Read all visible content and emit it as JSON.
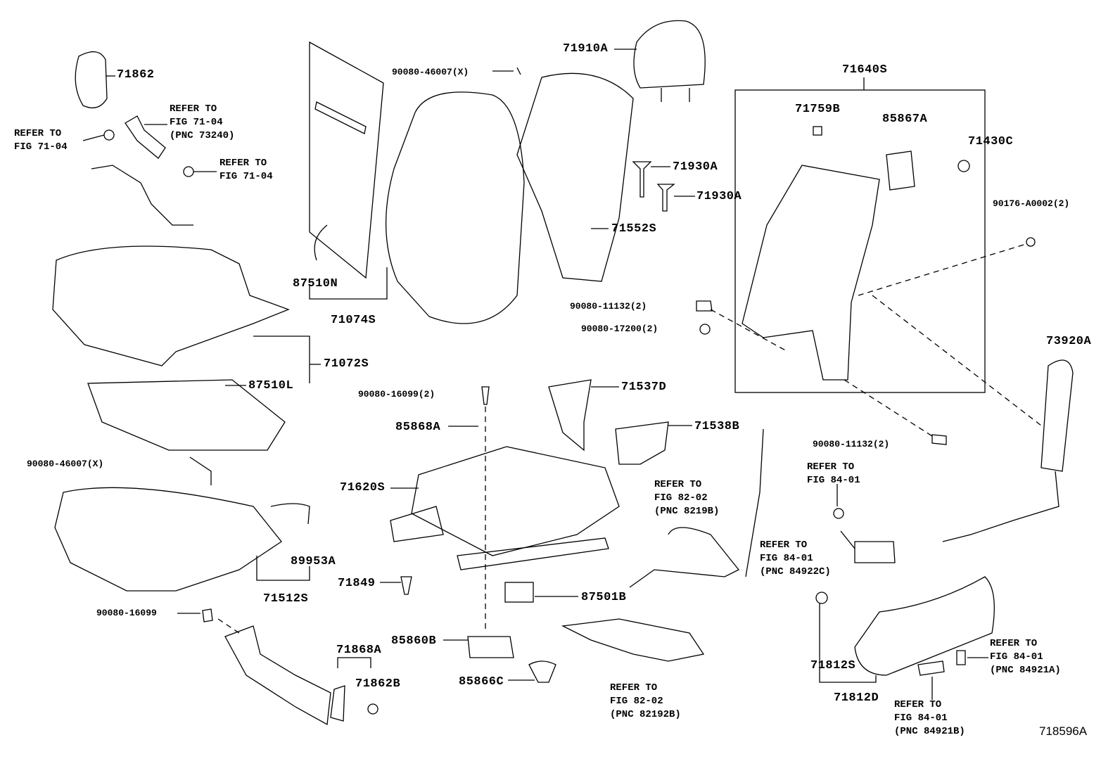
{
  "labels": {
    "p71862": "71862",
    "ref_73240": [
      "REFER TO",
      "FIG 71-04",
      "(PNC 73240)"
    ],
    "ref_left": [
      "REFER TO",
      "FIG 71-04"
    ],
    "ref_right": [
      "REFER TO",
      "FIG 71-04"
    ],
    "p90080_46007_top": "90080-46007(X)",
    "p71910A": "71910A",
    "p71640S": "71640S",
    "p71759B": "71759B",
    "p85867A": "85867A",
    "p71430C": "71430C",
    "p71930A_1": "71930A",
    "p71930A_2": "71930A",
    "p90176_A0002": "90176-A0002(2)",
    "p71552S": "71552S",
    "p87510N": "87510N",
    "p71074S": "71074S",
    "p90080_11132_top": "90080-11132(2)",
    "p90080_17200": "90080-17200(2)",
    "p73920A": "73920A",
    "p71072S": "71072S",
    "p87510L": "87510L",
    "p90080_16099_2": "90080-16099(2)",
    "p71537D": "71537D",
    "p85868A": "85868A",
    "p71538B": "71538B",
    "p90080_11132_bottom": "90080-11132(2)",
    "p90080_46007_left": "90080-46007(X)",
    "p71620S": "71620S",
    "ref_8219B": [
      "REFER TO",
      "FIG 82-02",
      "(PNC 8219B)"
    ],
    "ref_84_01": [
      "REFER TO",
      "FIG 84-01"
    ],
    "ref_84922C": [
      "REFER TO",
      "FIG 84-01",
      "(PNC 84922C)"
    ],
    "p89953A": "89953A",
    "p71849": "71849",
    "p71512S": "71512S",
    "p87501B": "87501B",
    "p90080_16099": "90080-16099",
    "p85860B": "85860B",
    "p71868A": "71868A",
    "ref_84921A": [
      "REFER TO",
      "FIG 84-01",
      "(PNC 84921A)"
    ],
    "p71862B": "71862B",
    "p85866C": "85866C",
    "ref_82192B": [
      "REFER TO",
      "FIG 82-02",
      "(PNC 82192B)"
    ],
    "p71812S": "71812S",
    "p71812D": "71812D",
    "ref_84921B": [
      "REFER TO",
      "FIG 84-01",
      "(PNC 84921B)"
    ],
    "figure_id": "718596A"
  }
}
